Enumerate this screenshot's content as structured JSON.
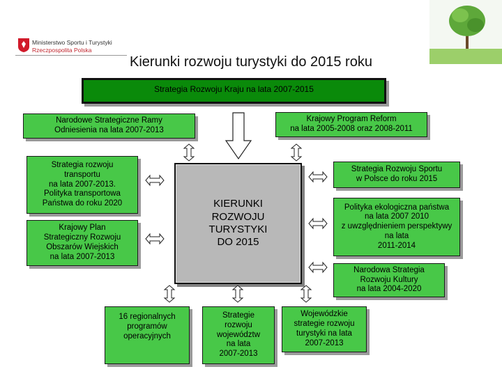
{
  "header": {
    "ministry_line1": "Ministerstwo Sportu i Turystyki",
    "ministry_line2": "Rzeczpospolita Polska",
    "title": "Kierunki rozwoju turystyki do 2015 roku"
  },
  "boxes": {
    "top": "Strategia Rozwoju Kraju na lata 2007-2015",
    "nsro": "Narodowe Strategiczne Ramy\nOdniesienia na lata 2007-2013",
    "kpr": "Krajowy Program Reform\nna lata 2005-2008 oraz 2008-2011",
    "transport": "Strategia rozwoju\ntransportu\nna lata 2007-2013.\nPolityka transportowa\nPaństwa do roku 2020",
    "kpzow": "Krajowy Plan\nStrategiczny Rozwoju\nObszarów Wiejskich\nna lata 2007-2013",
    "center": "KIERUNKI\nROZWOJU\nTURYSTYKI\nDO 2015",
    "sport": "Strategia Rozwoju Sportu\nw Polsce do roku 2015",
    "ekolog": "Polityka ekologiczna państwa\nna lata 2007 2010\nz uwzględnieniem perspektywy\nna lata\n2011-2014",
    "kultura": "Narodowa Strategia\nRozwoju Kultury\nna lata 2004-2020",
    "regional": "16 regionalnych\nprogramów\noperacyjnych",
    "wojewodztw": "Strategie\nrozwoju\nwojewództw\nna lata\n2007-2013",
    "turystyki_woj": "Wojewódzkie\nstrategie rozwoju\nturystyki na lata\n2007-2013"
  },
  "colors": {
    "box_green": "#48c848",
    "top_bar": "#0a8a0a",
    "center_gray": "#b8b8b8"
  }
}
